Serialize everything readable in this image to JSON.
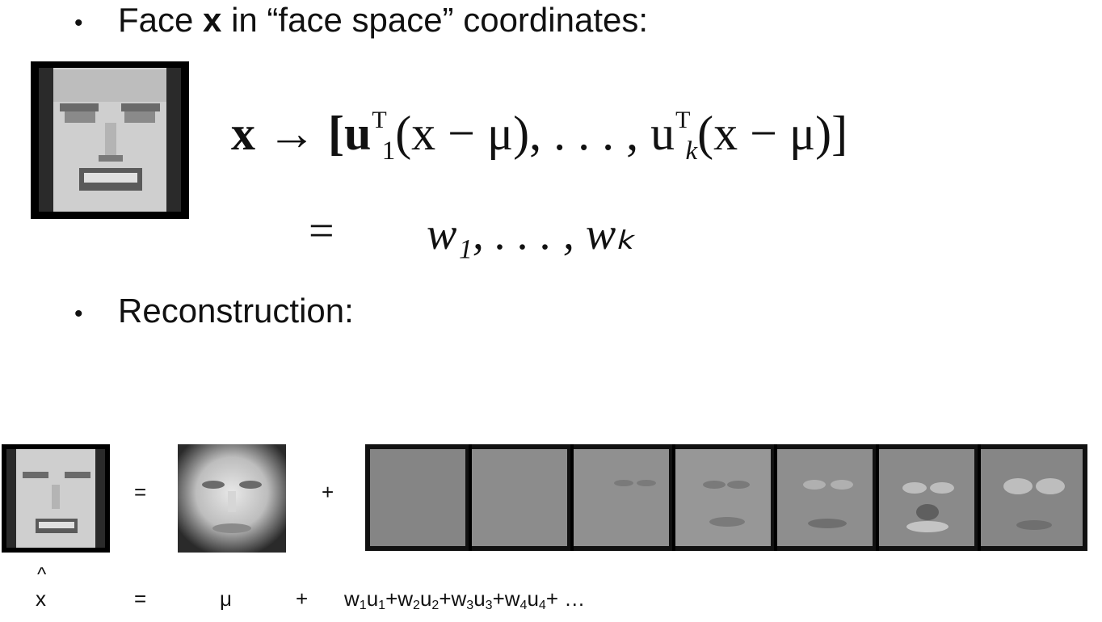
{
  "slide": {
    "bullet1": {
      "prefix": "Face",
      "var": "x",
      "suffix": "in “face space” coordinates:"
    },
    "bullet2": {
      "text": "Reconstruction:"
    },
    "formula_line1": {
      "x": "x",
      "arrow": "→",
      "open": "[u",
      "sup": "T",
      "sub1": "1",
      "mid1": "(x − μ), . . . , u",
      "subk": "k",
      "mid2": "(x − μ)]"
    },
    "formula_line2": {
      "eq": "=",
      "rhs": "w₁, . . . , wₖ"
    },
    "bottom_eq": {
      "hat": "^",
      "x": "x",
      "eq": "=",
      "mu": "μ",
      "plus": "+",
      "sum_w": "w",
      "sum_u": "u",
      "s1": "1",
      "s2": "2",
      "s3": "3",
      "s4": "4",
      "tail": "+ …"
    },
    "image_plus": "+",
    "image_eq": "="
  }
}
